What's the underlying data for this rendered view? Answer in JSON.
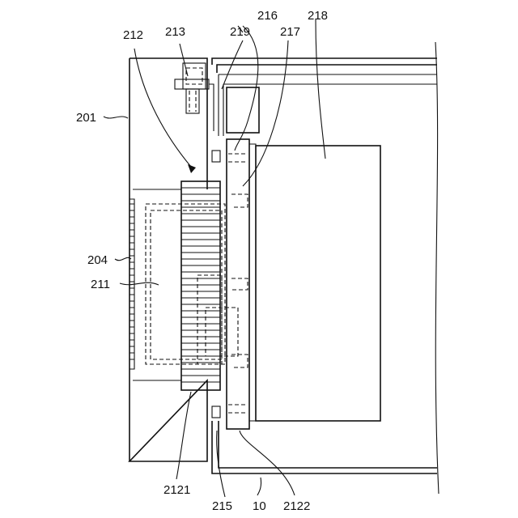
{
  "labels": {
    "l201": "201",
    "l204": "204",
    "l211": "211",
    "l212": "212",
    "l213": "213",
    "l216": "216",
    "l217": "217",
    "l218": "218",
    "l219": "219",
    "l2121": "2121",
    "l215": "215",
    "l10": "10",
    "l2122": "2122"
  }
}
